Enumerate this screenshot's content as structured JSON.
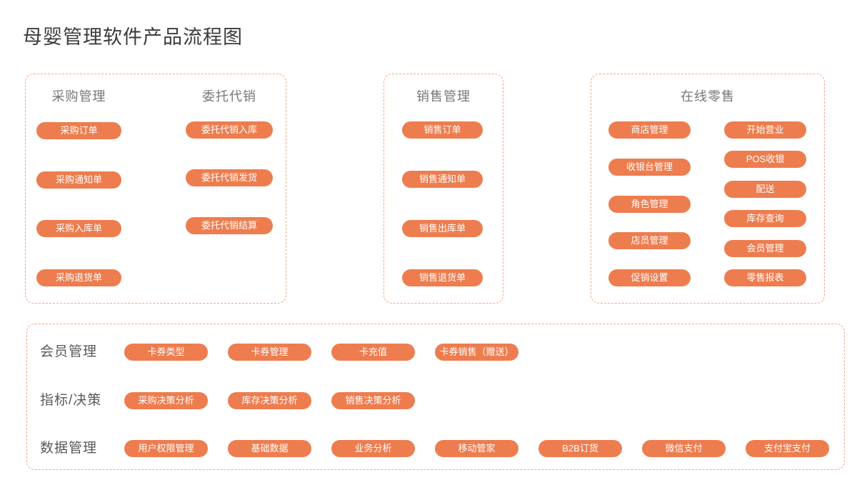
{
  "title": "母婴管理软件产品流程图",
  "colors": {
    "accent": "#ed7d4f",
    "pill_text": "#ffffff",
    "panel_border": "#f3a585",
    "header_text": "#76777b",
    "label_text": "#58595c",
    "title_text": "#3b3b3c"
  },
  "panels": {
    "purchase_consignment": {
      "columns": [
        {
          "header": "采购管理",
          "items": [
            "采购订单",
            "采购通知单",
            "采购入库单",
            "采购退货单"
          ]
        },
        {
          "header": "委托代销",
          "items": [
            "委托代销入库",
            "委托代销发货",
            "委托代销结算"
          ]
        }
      ]
    },
    "sales": {
      "header": "销售管理",
      "items": [
        "销售订单",
        "销售通知单",
        "销售出库单",
        "销售退货单"
      ]
    },
    "online_retail": {
      "header": "在线零售",
      "columns": [
        {
          "items": [
            "商店管理",
            "收银台管理",
            "角色管理",
            "店员管理",
            "促销设置"
          ]
        },
        {
          "items": [
            "开始营业",
            "POS收银",
            "配送",
            "库存查询",
            "会员管理",
            "零售报表"
          ]
        }
      ]
    },
    "bottom": {
      "rows": [
        {
          "label": "会员管理",
          "items": [
            "卡券类型",
            "卡券管理",
            "卡充值",
            "卡券销售（赠送）"
          ]
        },
        {
          "label": "指标/决策",
          "items": [
            "采购决策分析",
            "库存决策分析",
            "销售决策分析"
          ]
        },
        {
          "label": "数据管理",
          "items": [
            "用户权限管理",
            "基础数据",
            "业务分析",
            "移动管家",
            "B2B订货",
            "微信支付",
            "支付宝支付"
          ]
        }
      ]
    }
  }
}
